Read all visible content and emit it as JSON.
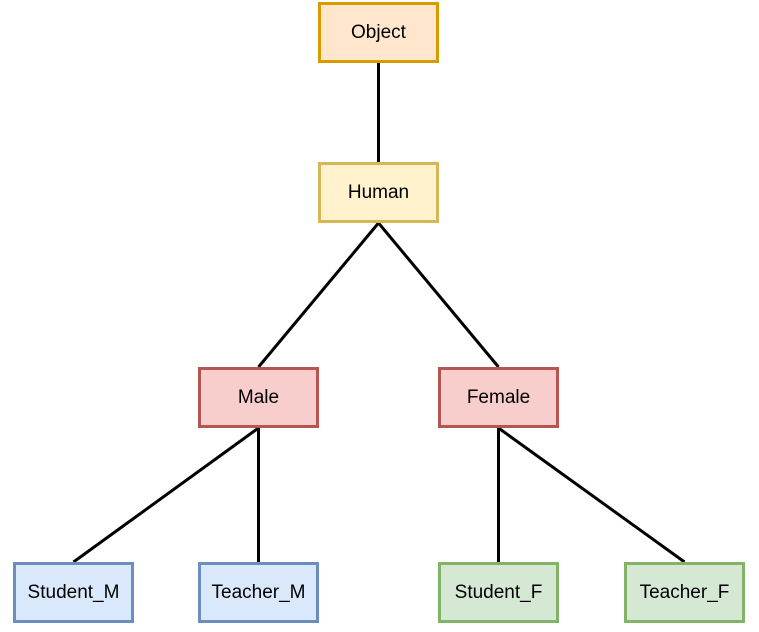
{
  "diagram": {
    "type": "tree",
    "nodes": {
      "object": {
        "label": "Object",
        "fill": "#ffe6cc",
        "stroke": "#d79b00"
      },
      "human": {
        "label": "Human",
        "fill": "#fff2cc",
        "stroke": "#d6b656"
      },
      "male": {
        "label": "Male",
        "fill": "#f8cecc",
        "stroke": "#b85450"
      },
      "female": {
        "label": "Female",
        "fill": "#f8cecc",
        "stroke": "#b85450"
      },
      "student_m": {
        "label": "Student_M",
        "fill": "#dae8fc",
        "stroke": "#6c8ebf"
      },
      "teacher_m": {
        "label": "Teacher_M",
        "fill": "#dae8fc",
        "stroke": "#6c8ebf"
      },
      "student_f": {
        "label": "Student_F",
        "fill": "#d5e8d4",
        "stroke": "#82b366"
      },
      "teacher_f": {
        "label": "Teacher_F",
        "fill": "#d5e8d4",
        "stroke": "#82b366"
      }
    },
    "edges": [
      {
        "from": "object",
        "to": "human"
      },
      {
        "from": "human",
        "to": "male"
      },
      {
        "from": "human",
        "to": "female"
      },
      {
        "from": "male",
        "to": "student_m"
      },
      {
        "from": "male",
        "to": "teacher_m"
      },
      {
        "from": "female",
        "to": "student_f"
      },
      {
        "from": "female",
        "to": "teacher_f"
      }
    ],
    "edge_color": "#000000"
  }
}
